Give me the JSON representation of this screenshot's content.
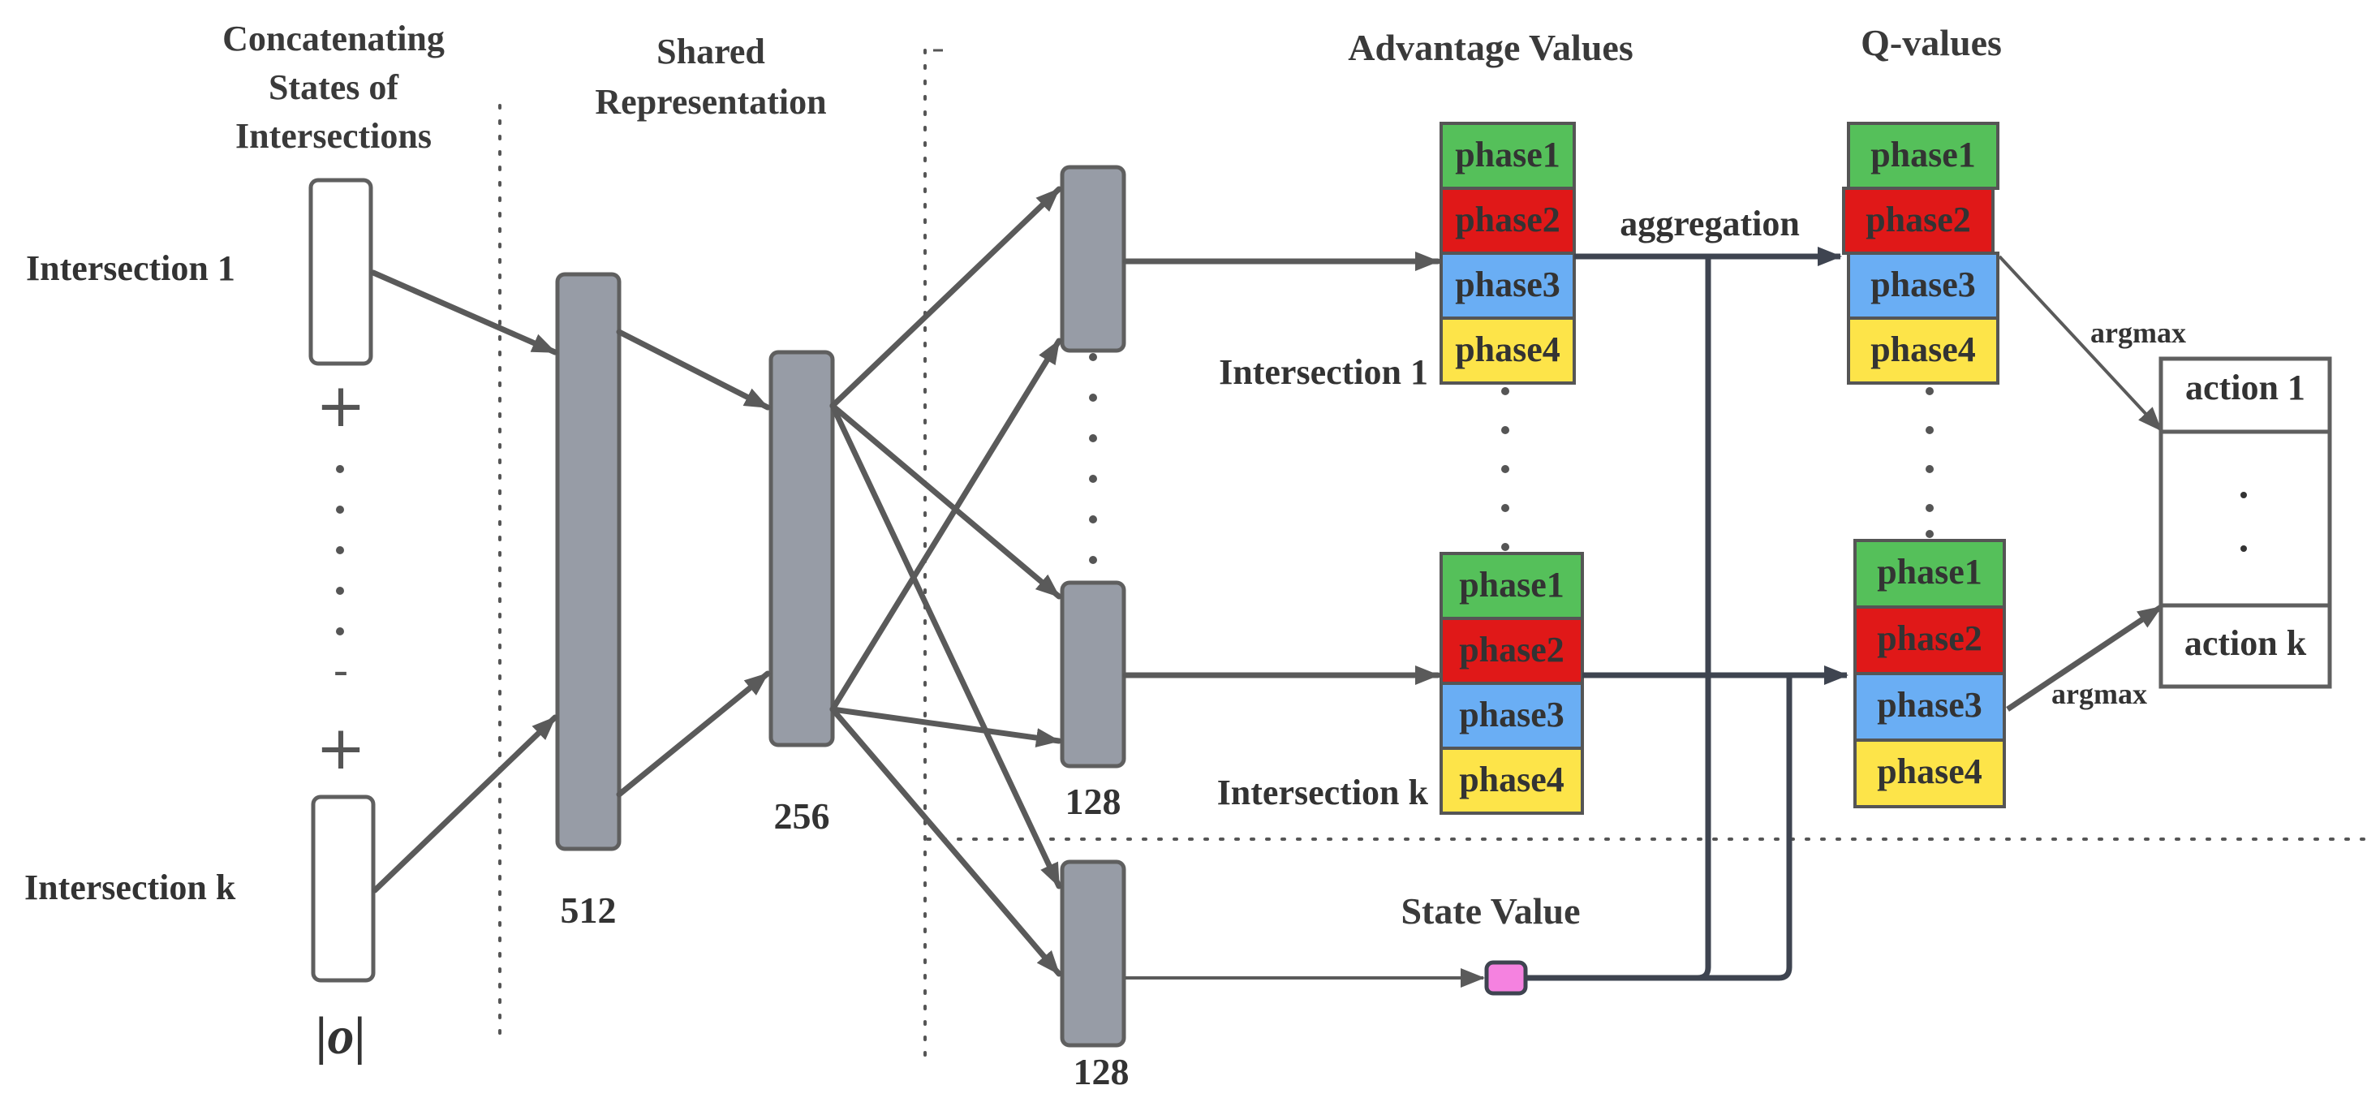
{
  "headers": {
    "concat": [
      "Concatenating",
      "States of",
      "Intersections"
    ],
    "shared": [
      "Shared",
      "Representation"
    ],
    "advantage": "Advantage Values",
    "qvalues": "Q-values"
  },
  "inputs": {
    "first": "Intersection 1",
    "last": "Intersection k",
    "plus": "+",
    "dash": "-",
    "obs_size": "|o|"
  },
  "layer_sizes": {
    "l512": "512",
    "l256": "256",
    "l128_adv": "128",
    "l128_state": "128"
  },
  "advantage_groups": {
    "first_label": "Intersection 1",
    "last_label": "Intersection k"
  },
  "phases": [
    {
      "label": "phase1",
      "color": "#55c05a"
    },
    {
      "label": "phase2",
      "color": "#e01818"
    },
    {
      "label": "phase3",
      "color": "#6aaef4"
    },
    {
      "label": "phase4",
      "color": "#fde449"
    }
  ],
  "aggregation": "aggregation",
  "state_value": {
    "label": "State Value",
    "color": "#f582e0"
  },
  "argmax": {
    "top": "argmax",
    "bottom": "argmax"
  },
  "actions": {
    "first": "action 1",
    "last": "action k"
  },
  "colors": {
    "layer_fill": "#979ca6",
    "layer_stroke": "#5f5f5f",
    "arrow": "#5a5a5a",
    "dark_line": "#3e4450"
  }
}
